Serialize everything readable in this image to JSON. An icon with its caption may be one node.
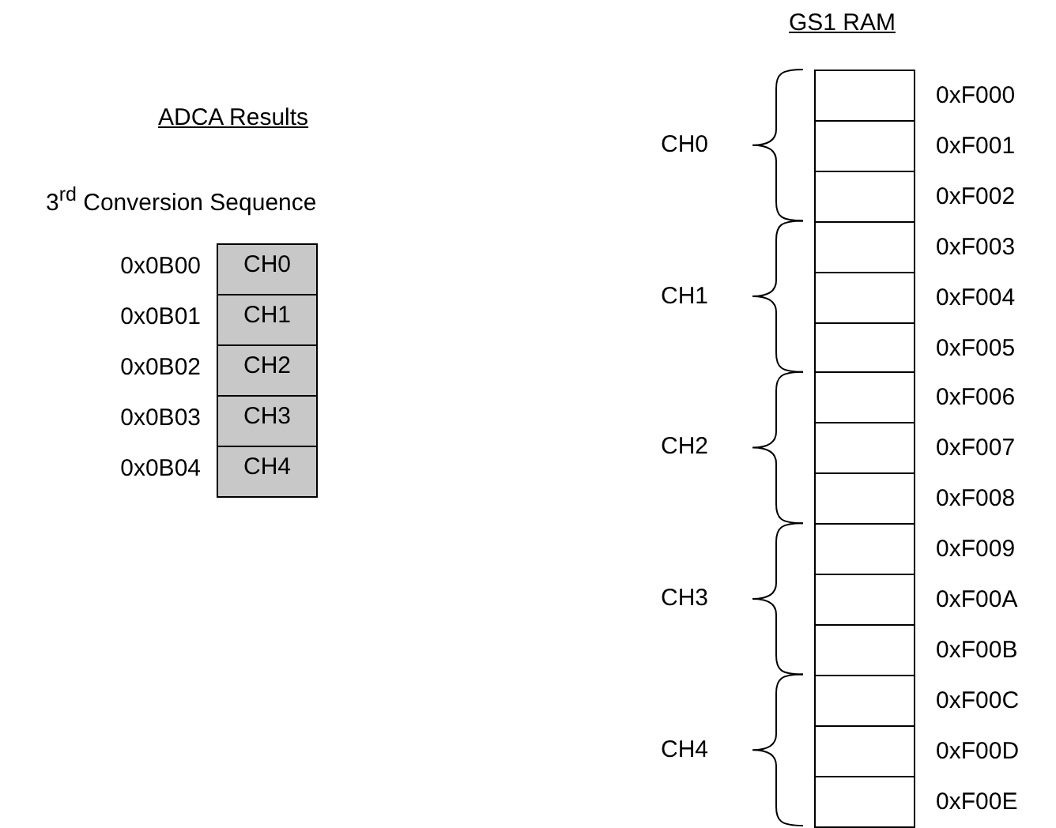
{
  "diagram": {
    "nodes": [
      {
        "text": [
          "CH0"
        ]
      },
      {
        "text": [
          "CH1"
        ]
      },
      {
        "text": [
          "CH2"
        ]
      },
      {
        "text": [
          "CH3"
        ]
      },
      {
        "text": [
          "CH4"
        ]
      },
      {
        "text": [],
        "shape": "box"
      },
      {
        "text": [],
        "shape": "box"
      },
      {
        "text": [],
        "shape": "box"
      },
      {
        "text": [],
        "shape": "box"
      },
      {
        "text": [],
        "shape": "box"
      },
      {
        "text": [],
        "shape": "box"
      },
      {
        "text": [],
        "shape": "box"
      },
      {
        "text": [],
        "shape": "box"
      },
      {
        "text": [],
        "shape": "box"
      },
      {
        "text": [],
        "shape": "box"
      },
      {
        "text": [],
        "shape": "box"
      },
      {
        "text": [],
        "shape": "box"
      },
      {
        "text": [],
        "shape": "box"
      },
      {
        "text": [],
        "shape": "box"
      },
      {
        "text": [],
        "shape": "box"
      }
    ],
    "edges": [],
    "labels": [
      "GS1 RAM",
      "ADCA Results",
      "3$^{rd}$ Conversion Sequence",
      "0x0B00",
      "0x0B01",
      "0x0B02",
      "0x0B03",
      "0x0B04",
      "CH0",
      "CH1",
      "CH2",
      "CH3",
      "CH4",
      "0xF000",
      "0xF001",
      "0xF002",
      "0xF003",
      "0xF004",
      "0xF005",
      "0xF006",
      "0xF007",
      "0xF008",
      "0xF009",
      "0xF00A",
      "0xF00B",
      "0xF00C",
      "0xF00D",
      "0xF00E"
    ]
  }
}
